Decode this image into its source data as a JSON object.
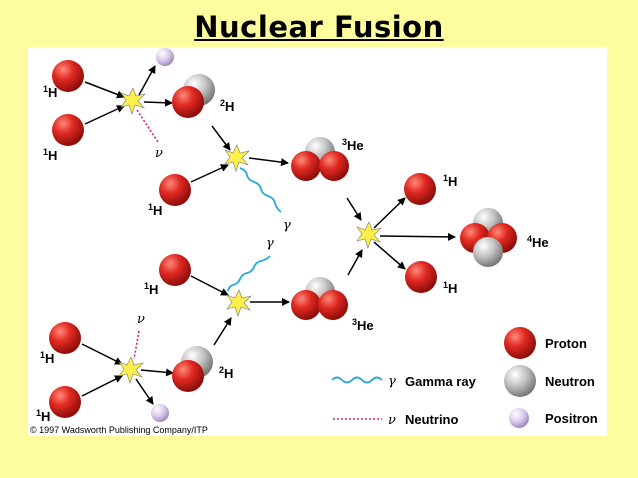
{
  "title": "Nuclear Fusion",
  "labels": {
    "h1": "H",
    "h1_mass": "1",
    "h2": "H",
    "h2_mass": "2",
    "he3": "He",
    "he3_mass": "3",
    "he4": "He",
    "he4_mass": "4",
    "gamma": "γ",
    "nu": "ν"
  },
  "legend": {
    "proton": "Proton",
    "neutron": "Neutron",
    "positron": "Positron",
    "gamma_symbol": "γ",
    "gamma_ray": "Gamma ray",
    "nu_symbol": "ν",
    "neutrino": "Neutrino"
  },
  "copyright": "© 1997 Wadsworth Publishing Company/ITP",
  "colors": {
    "background": "#fdfd9f",
    "proton": "#d6201e",
    "neutron": "#bdbdbd",
    "positron": "#d8c8e8",
    "gamma_ray": "#29a8d6",
    "neutrino": "#d6207a"
  }
}
